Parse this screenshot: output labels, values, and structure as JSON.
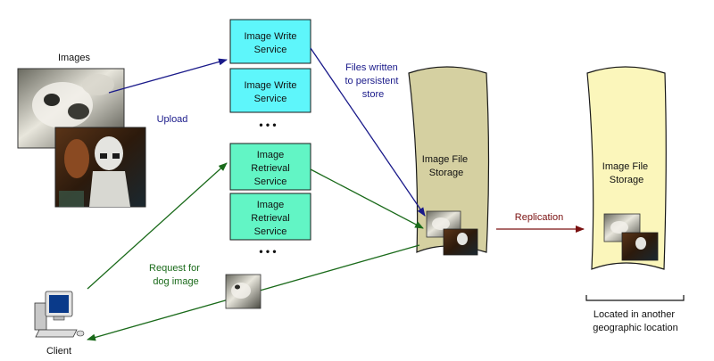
{
  "colors": {
    "write_service_fill": "#5ef6fb",
    "retrieval_service_fill": "#62f5c5",
    "storage_primary_fill": "#d5d0a1",
    "storage_replica_fill": "#fbf6bb",
    "upload_arrow": "#1a1a8a",
    "retrieval_arrow": "#1a6a1a",
    "replication_arrow": "#7a1010"
  },
  "diagram": {
    "images_label": "Images",
    "upload_label": "Upload",
    "write_services": [
      {
        "lines": [
          "Image Write",
          "Service"
        ]
      },
      {
        "lines": [
          "Image Write",
          "Service"
        ]
      }
    ],
    "retrieval_services": [
      {
        "lines": [
          "Image",
          "Retrieval",
          "Service"
        ]
      },
      {
        "lines": [
          "Image",
          "Retrieval",
          "Service"
        ]
      }
    ],
    "ellipsis": "• • •",
    "files_written_label": [
      "Files written",
      "to persistent",
      "store"
    ],
    "primary_storage_label": [
      "Image File",
      "Storage"
    ],
    "replication_label": "Replication",
    "replica_storage_label": [
      "Image File",
      "Storage"
    ],
    "replica_location_label": [
      "Located in another",
      "geographic location"
    ],
    "request_label": [
      "Request for",
      "dog image"
    ],
    "client_label": "Client"
  }
}
